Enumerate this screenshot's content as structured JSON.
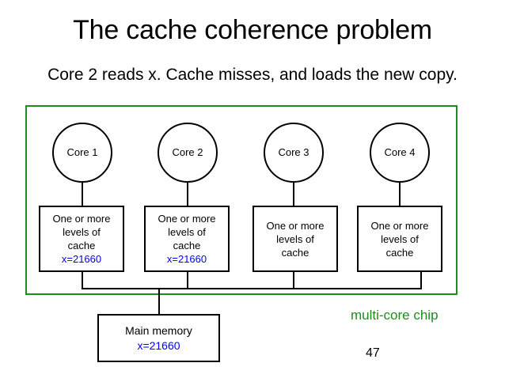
{
  "slide": {
    "title": "The cache coherence problem",
    "subtitle": "Core 2 reads x. Cache misses, and loads the new copy.",
    "page_number": "47",
    "chip_label": "multi-core chip",
    "colors": {
      "chip_outline": "#1e8b1e",
      "chip_label": "#1e8b1e",
      "value_text": "#0000ff",
      "wire": "#000000",
      "background": "#ffffff"
    }
  },
  "cores": [
    {
      "label": "Core 1"
    },
    {
      "label": "Core 2"
    },
    {
      "label": "Core 3"
    },
    {
      "label": "Core 4"
    }
  ],
  "caches": [
    {
      "line1": "One or more",
      "line2": "levels of",
      "line3": "cache",
      "value": "x=21660"
    },
    {
      "line1": "One or more",
      "line2": "levels of",
      "line3": "cache",
      "value": "x=21660"
    },
    {
      "line1": "One or more",
      "line2": "levels of",
      "line3": "cache",
      "value": ""
    },
    {
      "line1": "One or more",
      "line2": "levels of",
      "line3": "cache",
      "value": ""
    }
  ],
  "memory": {
    "label": "Main memory",
    "value": "x=21660"
  }
}
